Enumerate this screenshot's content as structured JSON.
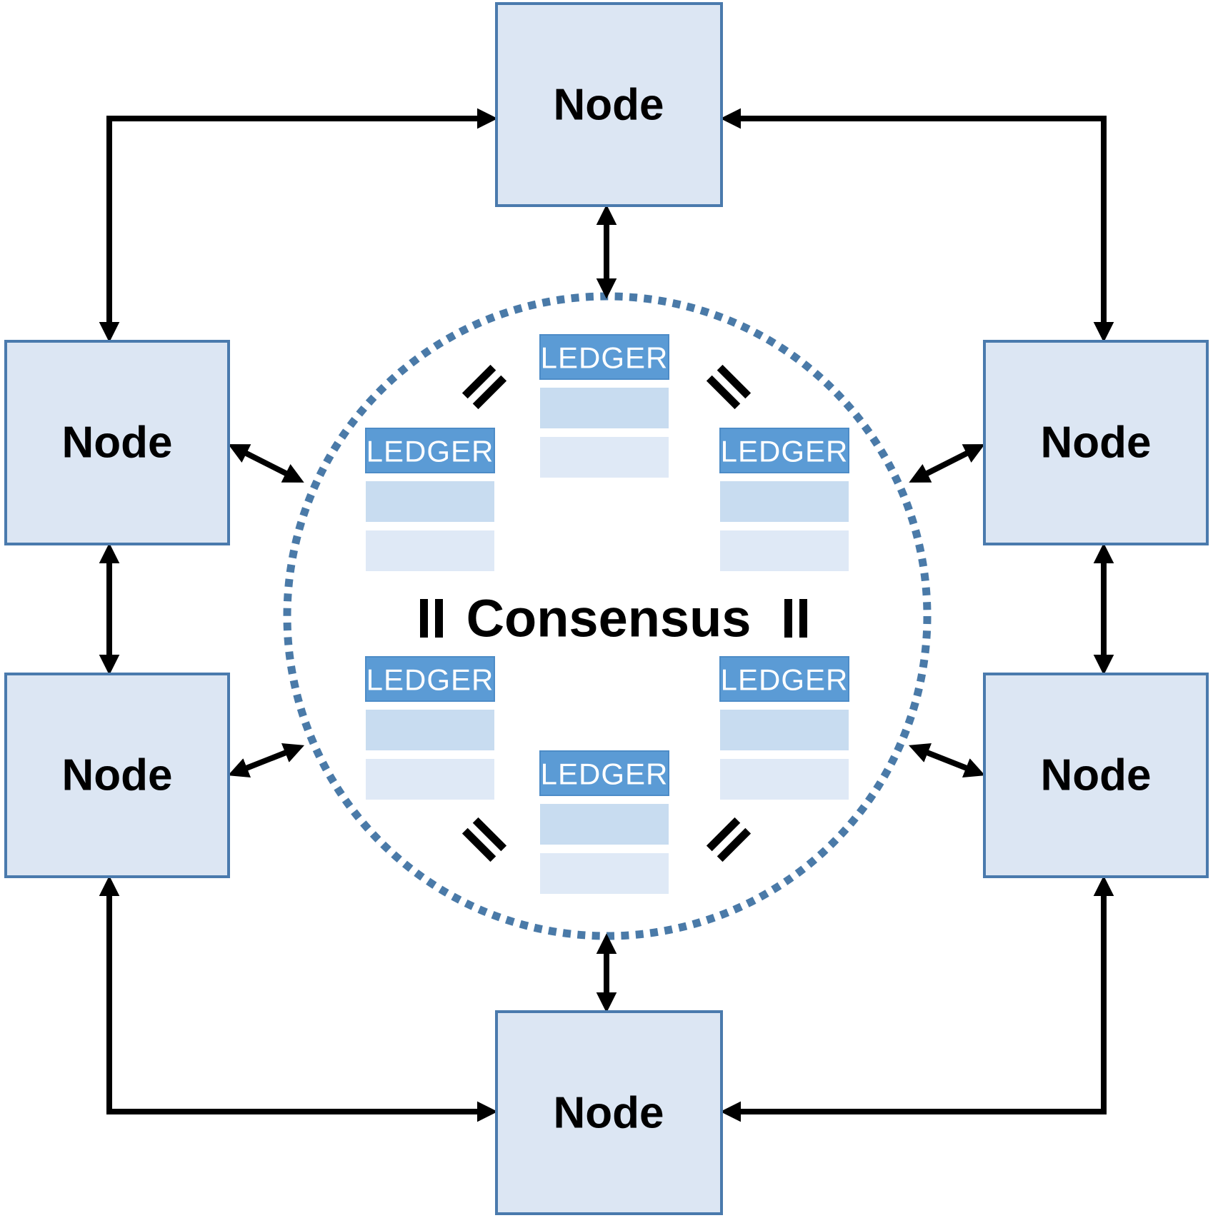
{
  "diagram": {
    "description": "Peer-to-peer network of nodes sharing a replicated ledger via consensus",
    "consensus": {
      "label": "Consensus"
    },
    "equals_sign": "=",
    "nodes": [
      {
        "id": "node-top",
        "label": "Node"
      },
      {
        "id": "node-left-upper",
        "label": "Node"
      },
      {
        "id": "node-left-lower",
        "label": "Node"
      },
      {
        "id": "node-right-upper",
        "label": "Node"
      },
      {
        "id": "node-right-lower",
        "label": "Node"
      },
      {
        "id": "node-bottom",
        "label": "Node"
      }
    ],
    "ledgers": [
      {
        "id": "ledger-top",
        "title": "LEDGER"
      },
      {
        "id": "ledger-upper-left",
        "title": "LEDGER"
      },
      {
        "id": "ledger-upper-right",
        "title": "LEDGER"
      },
      {
        "id": "ledger-lower-left",
        "title": "LEDGER"
      },
      {
        "id": "ledger-lower-right",
        "title": "LEDGER"
      },
      {
        "id": "ledger-bottom",
        "title": "LEDGER"
      }
    ],
    "colors": {
      "background": "#ffffff",
      "node_fill": "#dce6f3",
      "node_border": "#4a7aad",
      "ledger_header": "#5b9bd5",
      "ledger_header_border": "#4d8cc7",
      "ledger_row_primary": "#c8dcf0",
      "ledger_row_secondary": "#dfe9f6",
      "circle_dots": "#4a7aa8",
      "arrow": "#000000",
      "node_label": "#000000",
      "ledger_label": "#ffffff",
      "consensus_label": "#000000"
    }
  }
}
